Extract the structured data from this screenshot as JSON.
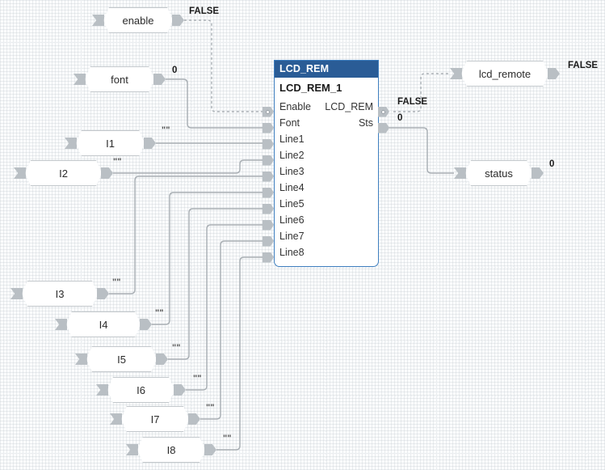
{
  "app": {
    "type": "plc-function-block-diagram",
    "background_color": "#fbfcfd",
    "accent_color": "#2a5c96"
  },
  "function_block": {
    "type_name": "LCD_REM",
    "instance_name": "LCD_REM_1",
    "header_color": "#2a5c96",
    "border_color": "#3f7fbf",
    "inputs": [
      {
        "name": "Enable",
        "datatype": "BOOL"
      },
      {
        "name": "Font",
        "datatype": "INT"
      },
      {
        "name": "Line1",
        "datatype": "STRING"
      },
      {
        "name": "Line2",
        "datatype": "STRING"
      },
      {
        "name": "Line3",
        "datatype": "STRING"
      },
      {
        "name": "Line4",
        "datatype": "STRING"
      },
      {
        "name": "Line5",
        "datatype": "STRING"
      },
      {
        "name": "Line6",
        "datatype": "STRING"
      },
      {
        "name": "Line7",
        "datatype": "STRING"
      },
      {
        "name": "Line8",
        "datatype": "STRING"
      }
    ],
    "outputs": [
      {
        "name": "LCD_REM",
        "datatype": "BOOL",
        "value": "FALSE"
      },
      {
        "name": "Sts",
        "datatype": "INT",
        "value": "0"
      }
    ]
  },
  "input_variables": [
    {
      "label": "enable",
      "value": "FALSE"
    },
    {
      "label": "font",
      "value": "0"
    },
    {
      "label": "I1",
      "value": "\"\""
    },
    {
      "label": "I2",
      "value": "\"\""
    },
    {
      "label": "I3",
      "value": "\"\""
    },
    {
      "label": "I4",
      "value": "\"\""
    },
    {
      "label": "I5",
      "value": "\"\""
    },
    {
      "label": "I6",
      "value": "\"\""
    },
    {
      "label": "I7",
      "value": "\"\""
    },
    {
      "label": "I8",
      "value": "\"\""
    }
  ],
  "output_variables": [
    {
      "label": "lcd_remote",
      "value": "FALSE"
    },
    {
      "label": "status",
      "value": "0"
    }
  ],
  "wire_values": {
    "enable_out": "FALSE",
    "font_out": "0",
    "lcd_rem_out": "FALSE",
    "sts_out": "0",
    "lcd_remote_in": "FALSE",
    "status_in": "0"
  }
}
